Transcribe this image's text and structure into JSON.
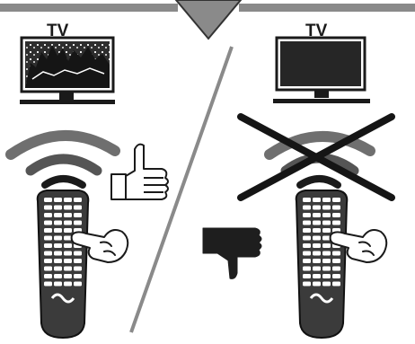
{
  "labels": {
    "left_tv": "TV",
    "right_tv": "TV"
  },
  "panels": {
    "left": {
      "tv_state": "on",
      "signal": "received",
      "gesture": "thumbs-up"
    },
    "right": {
      "tv_state": "off",
      "signal": "blocked",
      "gesture": "thumbs-down"
    }
  },
  "colors": {
    "bar": "#8a8a8a",
    "divider": "#8a8a8a",
    "remote_body": "#3b3b3b",
    "remote_button": "#ffffff",
    "cross": "#151515",
    "thumb_down": "#1e1e1e"
  }
}
